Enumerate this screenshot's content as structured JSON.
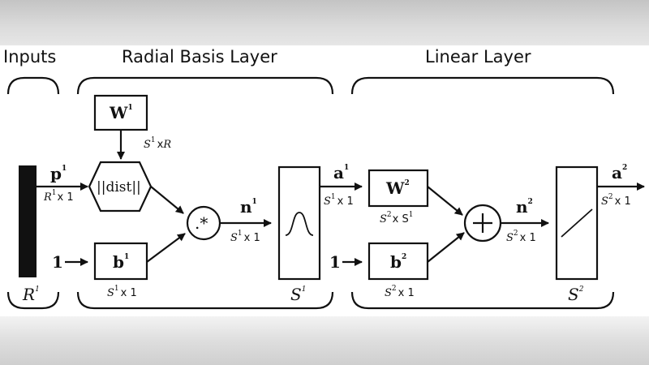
{
  "sections": {
    "inputs": "Inputs",
    "radial": "Radial Basis Layer",
    "linear": "Linear Layer"
  },
  "labels": {
    "p": "p",
    "p_sup": "1",
    "p_dim": "R",
    "p_dim_sup": "1",
    "p_dim_rest": "x 1",
    "R_bottom": "R",
    "R_bottom_sup": "1",
    "W1": "W",
    "W1_sup": "1",
    "W1_dim_a": "S",
    "W1_dim_sup": "1",
    "W1_dim_b": "x",
    "W1_dim_c": "R",
    "dist": "||dist||",
    "one_a": "1",
    "b1": "b",
    "b1_sup": "1",
    "b1_dim_a": "S",
    "b1_dim_sup": "1",
    "b1_dim_b": "x 1",
    "times": ".*",
    "n1": "n",
    "n1_sup": "1",
    "n1_dim_a": "S",
    "n1_dim_sup": "1",
    "n1_dim_b": "x 1",
    "S1": "S",
    "S1_sup": "1",
    "a1": "a",
    "a1_sup": "1",
    "a1_dim_a": "S",
    "a1_dim_sup": "1",
    "a1_dim_b": "x 1",
    "W2": "W",
    "W2_sup": "2",
    "W2_dim_a": "S",
    "W2_dim_sup1": "2",
    "W2_dim_b": "x S",
    "W2_dim_sup2": "1",
    "one_b": "1",
    "b2": "b",
    "b2_sup": "2",
    "b2_dim_a": "S",
    "b2_dim_sup": "2",
    "b2_dim_b": "x 1",
    "n2": "n",
    "n2_sup": "2",
    "n2_dim_a": "S",
    "n2_dim_sup": "2",
    "n2_dim_b": "x 1",
    "S2": "S",
    "S2_sup": "2",
    "a2": "a",
    "a2_sup": "2",
    "a2_dim_a": "S",
    "a2_dim_sup": "2",
    "a2_dim_b": "x 1"
  }
}
